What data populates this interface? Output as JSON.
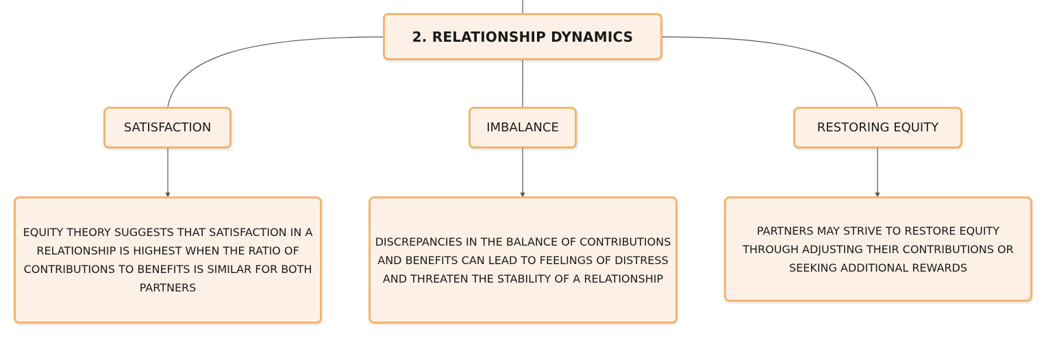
{
  "colors": {
    "node_fill": "#fdf1e7",
    "node_border": "#f4b56c",
    "connector": "#555555"
  },
  "root": {
    "label": "2. RELATIONSHIP DYNAMICS"
  },
  "branches": [
    {
      "label": "SATISFACTION",
      "detail": "EQUITY THEORY SUGGESTS THAT SATISFACTION IN A RELATIONSHIP IS HIGHEST WHEN THE RATIO OF CONTRIBUTIONS TO BENEFITS IS SIMILAR FOR BOTH PARTNERS"
    },
    {
      "label": "IMBALANCE",
      "detail": "DISCREPANCIES IN THE BALANCE OF CONTRIBUTIONS AND BENEFITS CAN LEAD TO FEELINGS OF DISTRESS AND THREATEN THE STABILITY OF A RELATIONSHIP"
    },
    {
      "label": "RESTORING EQUITY",
      "detail": "PARTNERS MAY STRIVE TO RESTORE EQUITY THROUGH ADJUSTING THEIR CONTRIBUTIONS OR SEEKING ADDITIONAL REWARDS"
    }
  ]
}
